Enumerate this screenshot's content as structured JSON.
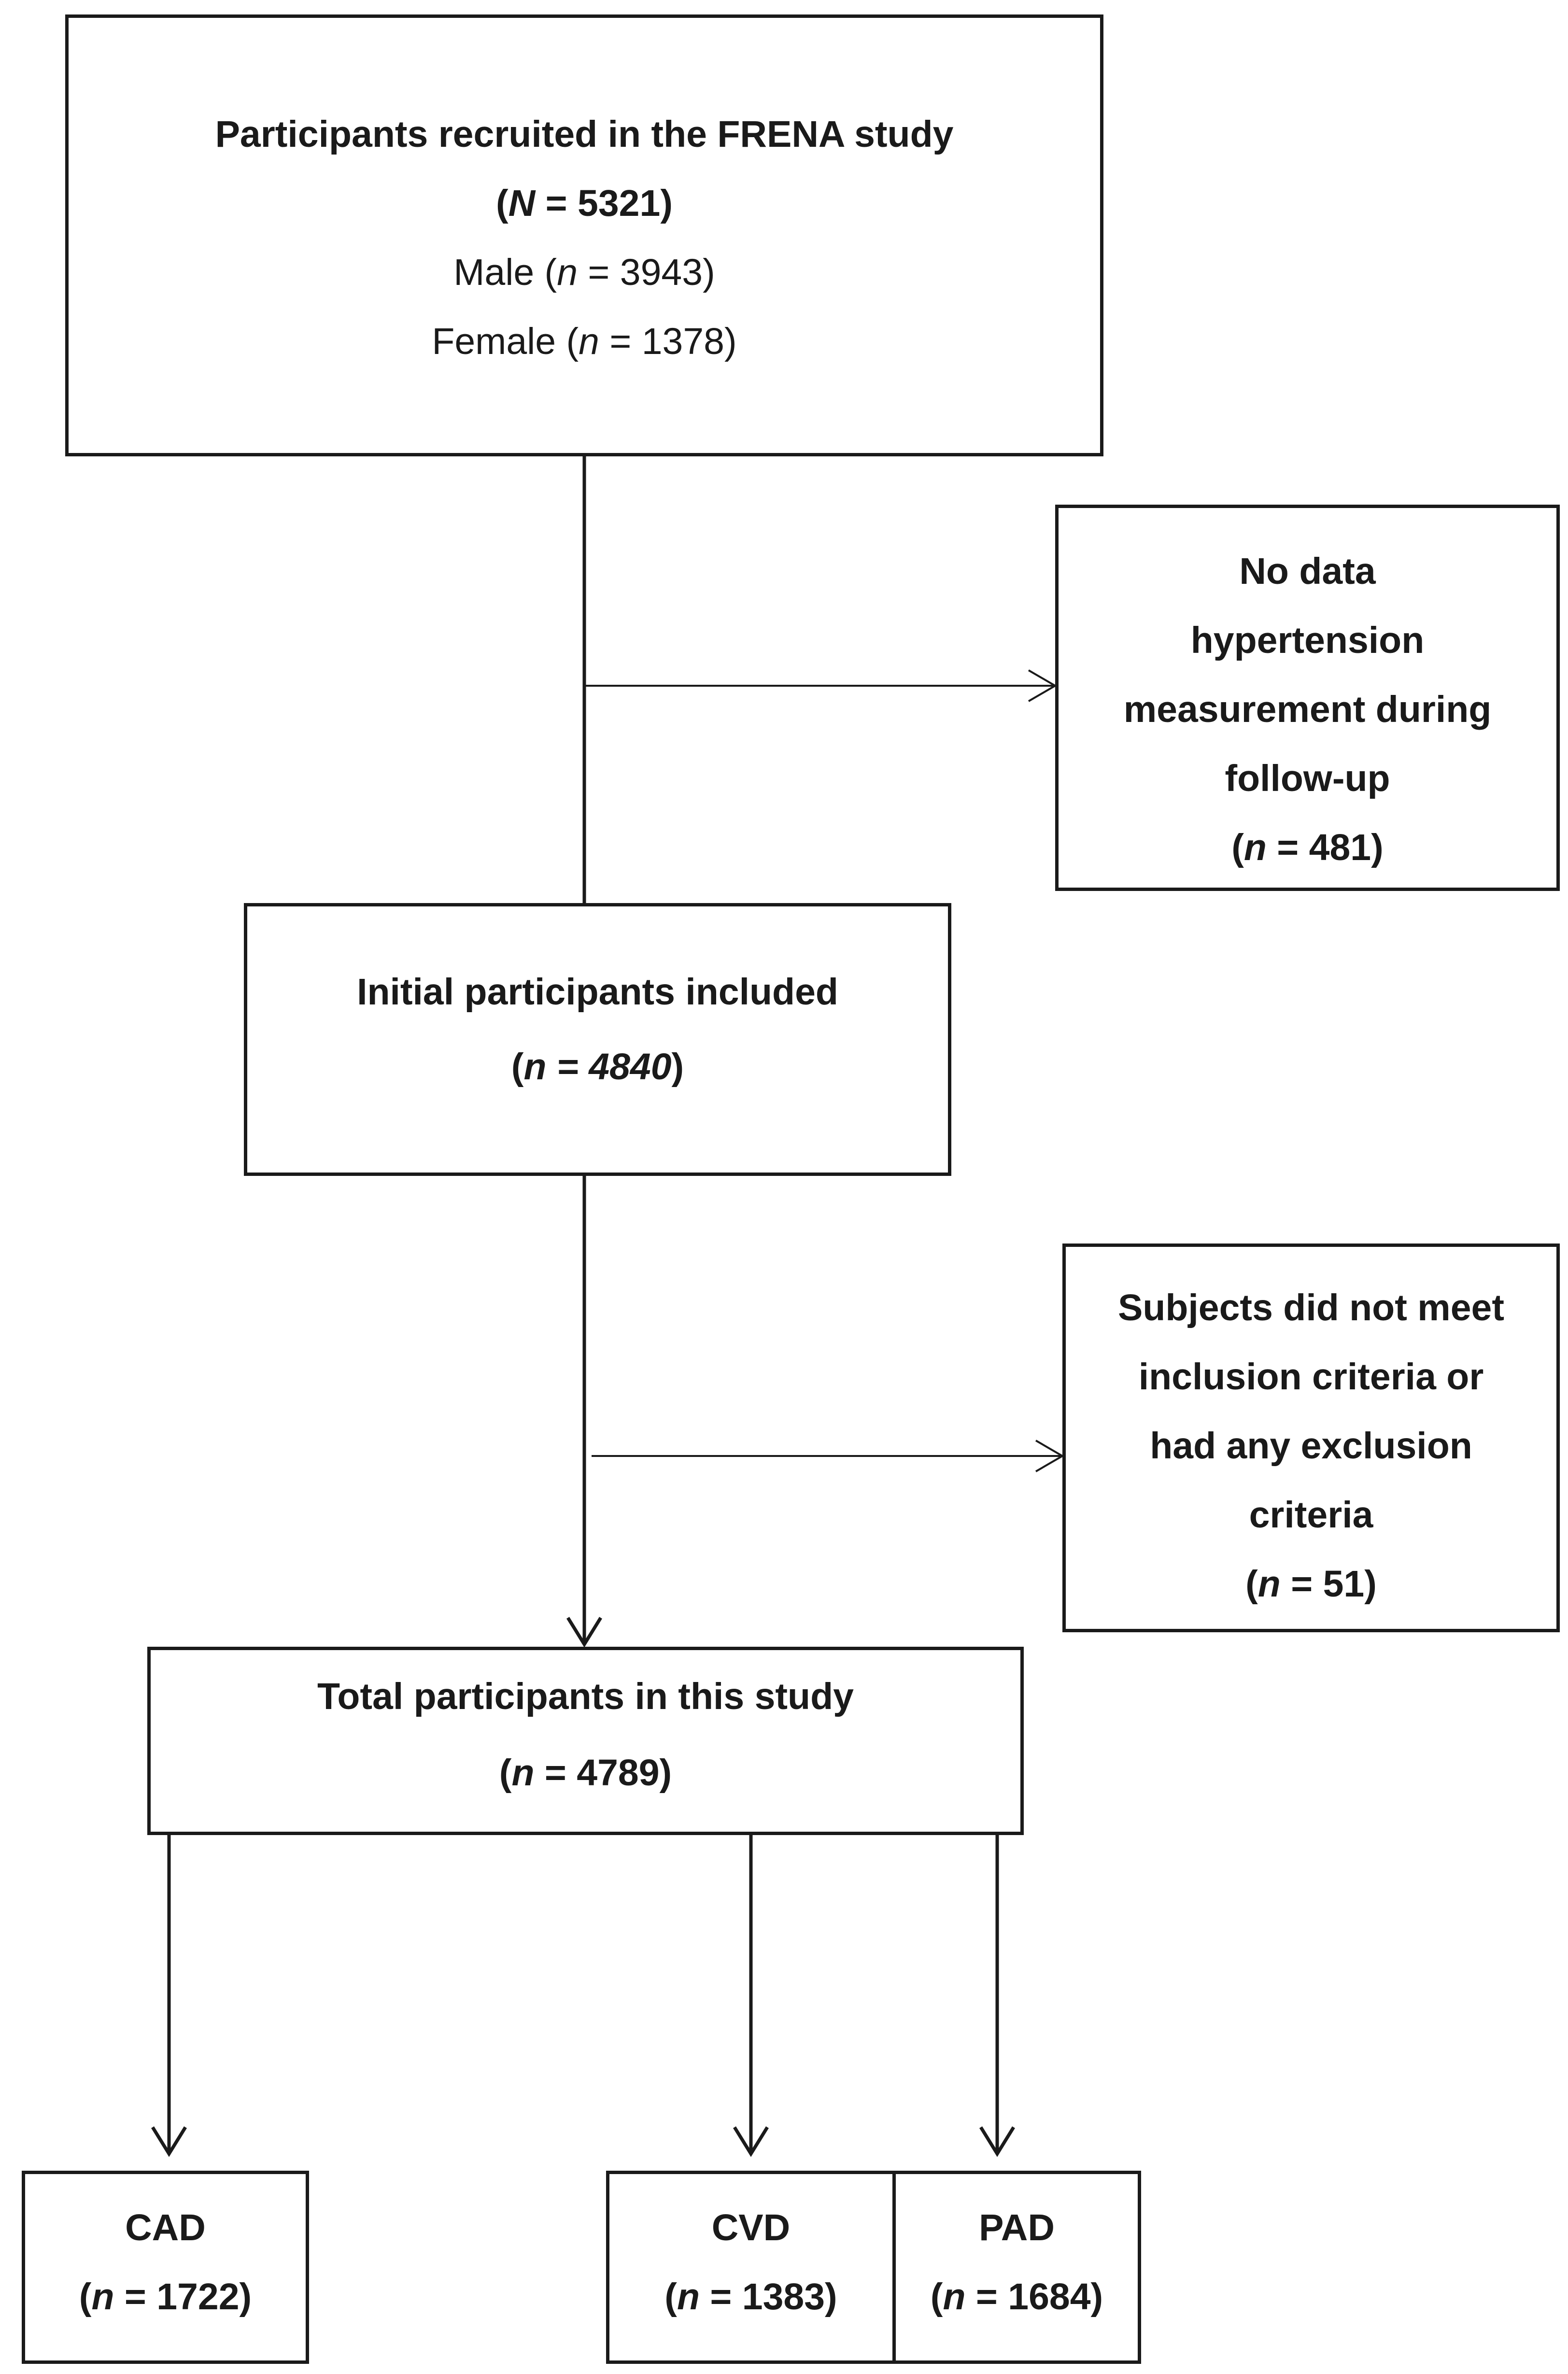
{
  "recruited": {
    "title": "Participants recruited in the FRENA study",
    "total_prefix": "(",
    "total_var": "N",
    "total_rest": " = 5321)",
    "male_label": "Male (",
    "male_var": "n",
    "male_rest": " = 3943)",
    "female_label": "Female (",
    "female_var": "n",
    "female_rest": " = 1378)"
  },
  "excluded_1": {
    "lines": [
      "No data",
      "hypertension",
      "measurement during",
      "follow-up"
    ],
    "count_prefix": "(",
    "count_var": "n",
    "count_rest": " = 481)"
  },
  "initial": {
    "title": "Initial participants included",
    "count_prefix": "(",
    "count_var": "n = 4840",
    "count_rest": ")"
  },
  "excluded_2": {
    "lines": [
      "Subjects did not meet",
      "inclusion criteria or",
      "had any exclusion",
      "criteria"
    ],
    "count_prefix": "(",
    "count_var": "n",
    "count_rest": " = 51)"
  },
  "total": {
    "title": "Total participants in this study",
    "count_prefix": "(",
    "count_var": "n",
    "count_rest": " = 4789)"
  },
  "cad": {
    "title": "CAD",
    "count_prefix": "(",
    "count_var": "n",
    "count_rest": " = 1722)"
  },
  "cvd": {
    "title": "CVD",
    "count_prefix": "(",
    "count_var": "n",
    "count_rest": " = 1383)"
  },
  "pad": {
    "title": "PAD",
    "count_prefix": "(",
    "count_var": "n",
    "count_rest": " = 1684)"
  }
}
